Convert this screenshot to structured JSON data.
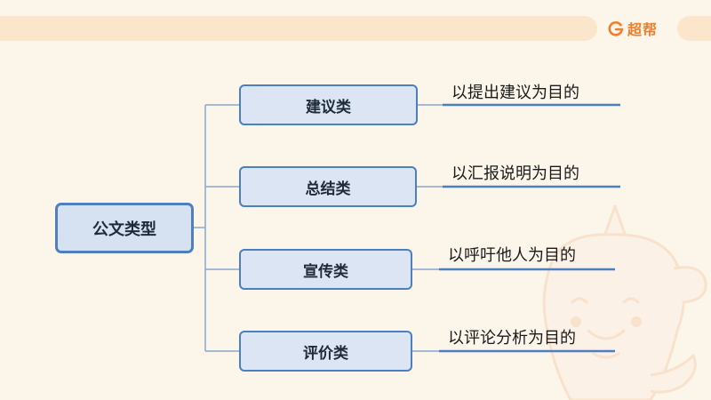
{
  "brand": {
    "text": "超帮",
    "icon": "brand-g-icon",
    "color": "#f07f2c"
  },
  "diagram": {
    "root": "公文类型",
    "branches": [
      {
        "label": "建议类",
        "description": "以提出建议为目的"
      },
      {
        "label": "总结类",
        "description": "以汇报说明为目的"
      },
      {
        "label": "宣传类",
        "description": "以呼吁他人为目的"
      },
      {
        "label": "评价类",
        "description": "以评论分析为目的"
      }
    ],
    "colors": {
      "node_fill": "#dbe5f3",
      "node_border": "#4a7fc1",
      "connector": "#8aa6cf",
      "underline": "#4a7fc1"
    }
  },
  "mascot": {
    "icon": "unicorn-mascot-watermark-icon"
  }
}
